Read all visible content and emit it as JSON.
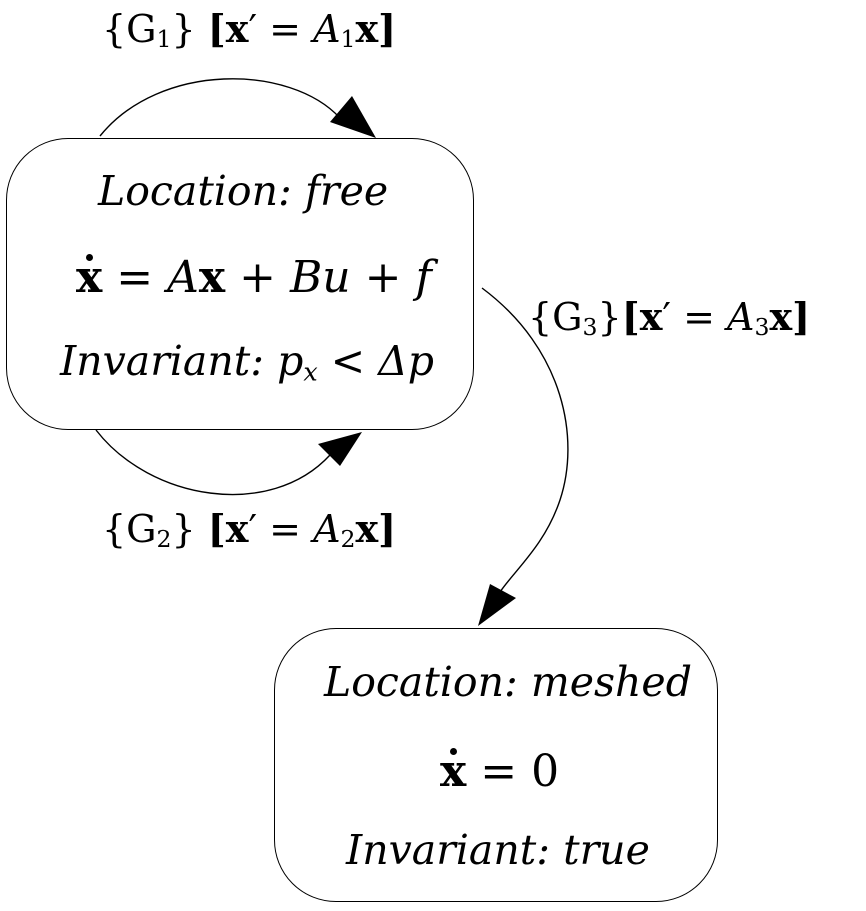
{
  "states": {
    "free": {
      "location_prefix": "Location: ",
      "location_name": "free",
      "dynamics": {
        "lhs": "x",
        "rel": " = ",
        "term1_coef": "A",
        "term1_var": "x",
        "op1": " + ",
        "term2": "Bu",
        "op2": " + ",
        "term3": "f"
      },
      "invariant_prefix": "Invariant: ",
      "invariant": {
        "var": "p",
        "sub": "x",
        "rel": " < ",
        "rhs": "Δp"
      }
    },
    "meshed": {
      "location_prefix": "Location: ",
      "location_name": "meshed",
      "dynamics": {
        "lhs": "x",
        "rel": " = ",
        "rhs": "0"
      },
      "invariant_prefix": "Invariant: ",
      "invariant_value": "true"
    }
  },
  "transitions": {
    "t1": {
      "guard_open": "{G",
      "guard_sub": "1",
      "guard_close": "} ",
      "reset_open": "[",
      "reset_var": "x",
      "reset_prime": "′",
      "reset_rel": " = ",
      "reset_coef": "A",
      "reset_sub": "1",
      "reset_rvar": "x",
      "reset_close": "]"
    },
    "t2": {
      "guard_open": "{G",
      "guard_sub": "2",
      "guard_close": "} ",
      "reset_open": "[",
      "reset_var": "x",
      "reset_prime": "′",
      "reset_rel": " = ",
      "reset_coef": "A",
      "reset_sub": "2",
      "reset_rvar": "x",
      "reset_close": "]"
    },
    "t3": {
      "guard_open": "{G",
      "guard_sub": "3",
      "guard_close": "}",
      "reset_open": "[",
      "reset_var": "x",
      "reset_prime": "′",
      "reset_rel": " = ",
      "reset_coef": "A",
      "reset_sub": "3",
      "reset_rvar": "x",
      "reset_close": "]"
    }
  }
}
